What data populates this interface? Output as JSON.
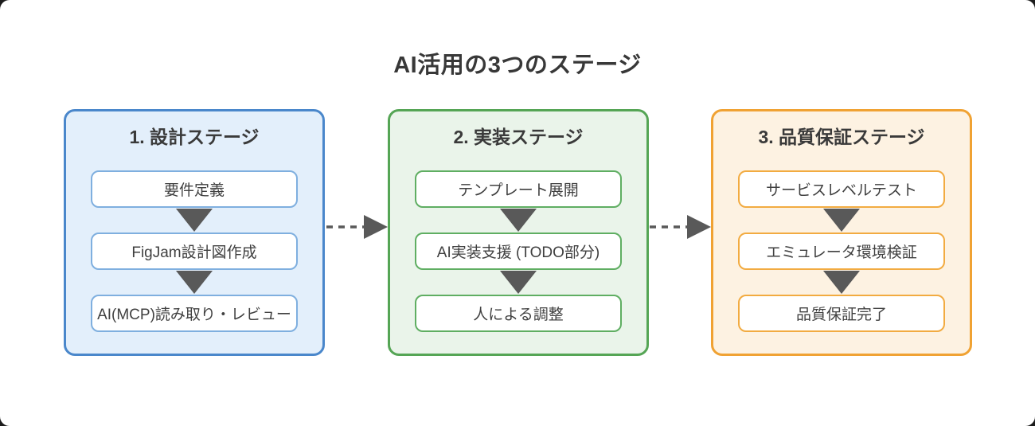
{
  "title": "AI活用の3つのステージ",
  "stages": [
    {
      "label": "1. 設計ステージ",
      "items": [
        "要件定義",
        "FigJam設計図作成",
        "AI(MCP)読み取り・レビュー"
      ],
      "colors": {
        "border": "#4a87cb",
        "fill": "#e3effb",
        "item_border": "#7fafdf"
      }
    },
    {
      "label": "2. 実装ステージ",
      "items": [
        "テンプレート展開",
        "AI実装支援 (TODO部分)",
        "人による調整"
      ],
      "colors": {
        "border": "#55a555",
        "fill": "#eaf4ea",
        "item_border": "#5fae62"
      }
    },
    {
      "label": "3. 品質保証ステージ",
      "items": [
        "サービスレベルテスト",
        "エミュレータ環境検証",
        "品質保証完了"
      ],
      "colors": {
        "border": "#f0a233",
        "fill": "#fdf2e2",
        "item_border": "#f2ab41"
      }
    }
  ],
  "colors": {
    "arrow_gray": "#595959",
    "title_text": "#383838"
  }
}
